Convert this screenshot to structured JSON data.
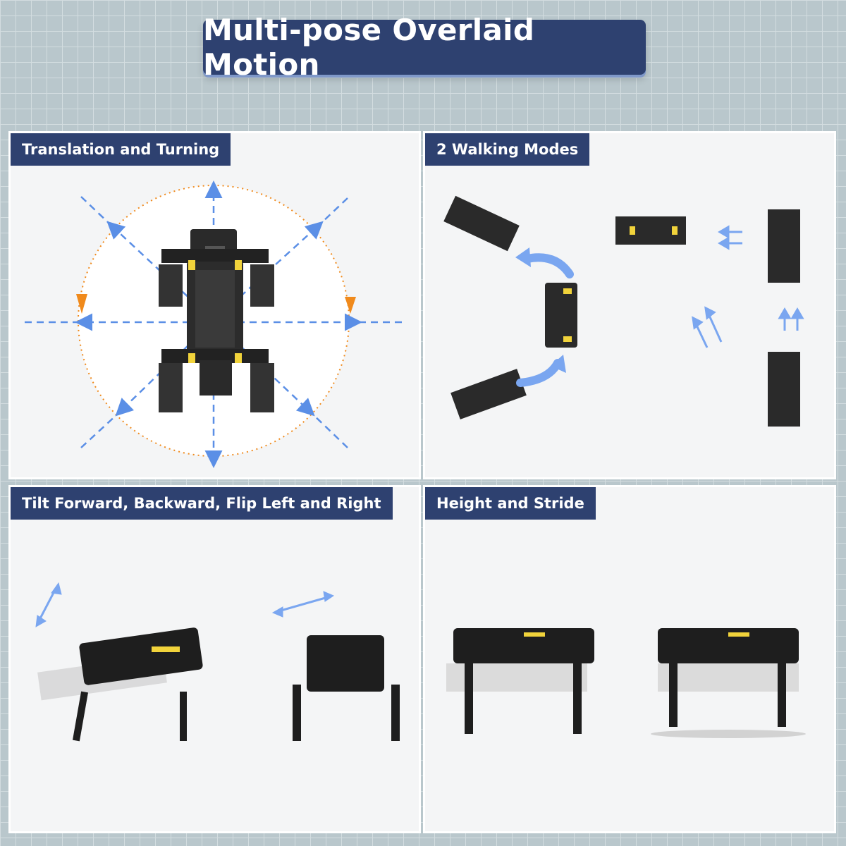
{
  "title": "Multi-pose Overlaid Motion",
  "panels": {
    "translation": {
      "label": "Translation and Turning"
    },
    "walking": {
      "label": "2 Walking Modes"
    },
    "tilt": {
      "label": "Tilt Forward, Backward, Flip Left and Right"
    },
    "height": {
      "label": "Height and Stride"
    }
  },
  "colors": {
    "banner": "#2e4170",
    "dashed_arrow": "#5b8fe6",
    "turn_arrow": "#f08a1c",
    "motion_arrow": "#7aa6f0",
    "robot_body": "#1e1e1e",
    "accent_yellow": "#f1d33b"
  },
  "icons": [
    "dashed-direction-arrow",
    "turning-circle-arrow",
    "motion-arrow",
    "robot-dog-top-view",
    "robot-dog-side-view"
  ]
}
